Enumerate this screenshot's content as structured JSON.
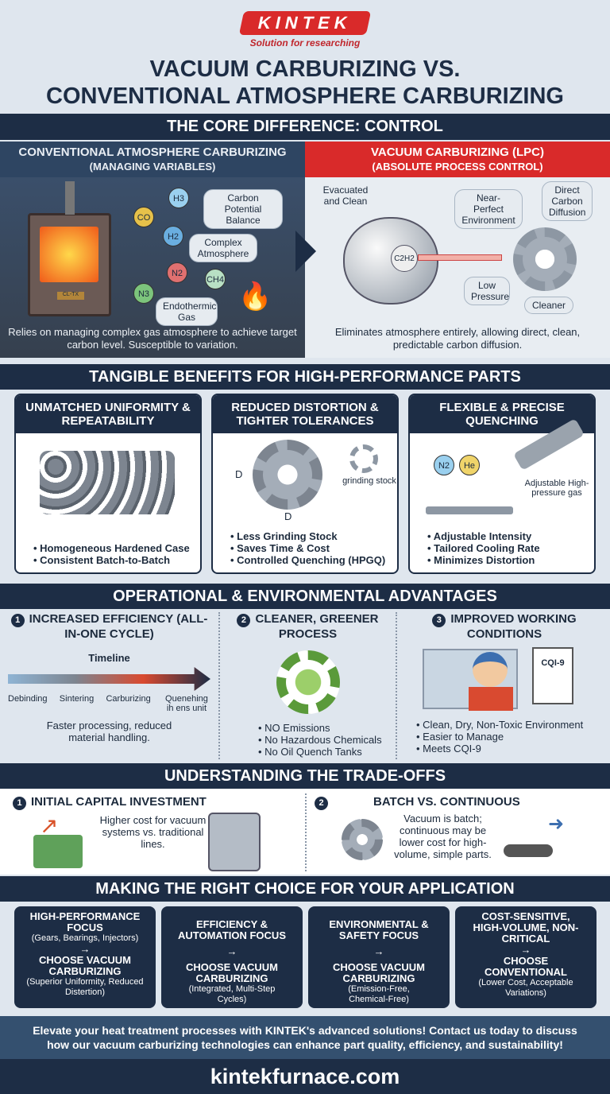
{
  "brand": {
    "logo": "KINTEK",
    "tagline": "Solution for researching"
  },
  "title": {
    "line1": "VACUUM CARBURIZING VS.",
    "line2": "CONVENTIONAL ATMOSPHERE CARBURIZING"
  },
  "core": {
    "header": "THE CORE DIFFERENCE: CONTROL",
    "left": {
      "title": "CONVENTIONAL ATMOSPHERE CARBURIZING",
      "subtitle": "(MANAGING VARIABLES)",
      "labels": [
        "Carbon Potential Balance",
        "Complex Atmosphere",
        "Endothermic Gas"
      ],
      "molecules": [
        "CO",
        "H3",
        "H2",
        "N2",
        "CH4",
        "N3"
      ],
      "furnace_label": "CL-TX",
      "description": "Relies on managing complex gas atmosphere to achieve target carbon level. Susceptible to variation."
    },
    "right": {
      "title": "VACUUM CARBURIZING (LPC)",
      "subtitle": "(ABSOLUTE PROCESS CONTROL)",
      "labels": [
        "Evacuated and Clean",
        "Near-Perfect Environment",
        "Direct Carbon Diffusion",
        "Low Pressure",
        "Cleaner"
      ],
      "molecule": "C2H2",
      "description": "Eliminates atmosphere entirely, allowing direct, clean, predictable carbon diffusion."
    }
  },
  "benefits": {
    "header": "TANGIBLE BENEFITS FOR HIGH-PERFORMANCE PARTS",
    "cards": [
      {
        "title": "UNMATCHED UNIFORMITY & REPEATABILITY",
        "bullets": [
          "Homogeneous Hardened Case",
          "Consistent Batch-to-Batch"
        ]
      },
      {
        "title": "REDUCED DISTORTION & TIGHTER TOLERANCES",
        "labels": [
          "D",
          "D",
          "grinding stock"
        ],
        "bullets": [
          "Less Grinding Stock",
          "Saves Time & Cost",
          "Controlled Quenching (HPGQ)"
        ]
      },
      {
        "title": "FLEXIBLE & PRECISE QUENCHING",
        "labels": [
          "N2",
          "He",
          "Adjustable High-pressure gas"
        ],
        "bullets": [
          "Adjustable Intensity",
          "Tailored Cooling Rate",
          "Minimizes Distortion"
        ]
      }
    ]
  },
  "operational": {
    "header": "OPERATIONAL & ENVIRONMENTAL ADVANTAGES",
    "items": [
      {
        "num": "1",
        "title": "INCREASED EFFICIENCY (ALL-IN-ONE CYCLE)",
        "timeline": "Timeline",
        "steps": [
          "Debinding",
          "Sintering",
          "Carburizing",
          "Quenehing ih ens unit"
        ],
        "text": "Faster processing, reduced material handling."
      },
      {
        "num": "2",
        "title": "CLEANER, GREENER PROCESS",
        "bullets": [
          "NO Emissions",
          "No Hazardous Chemicals",
          "No Oil Quench Tanks"
        ]
      },
      {
        "num": "3",
        "title": "IMPROVED WORKING CONDITIONS",
        "badge": "CQI-9",
        "bullets": [
          "Clean, Dry, Non-Toxic Environment",
          "Easier to Manage",
          "Meets CQI-9"
        ]
      }
    ]
  },
  "tradeoffs": {
    "header": "UNDERSTANDING THE TRADE-OFFS",
    "items": [
      {
        "num": "1",
        "title": "INITIAL CAPITAL INVESTMENT",
        "text": "Higher cost for vacuum systems vs. traditional lines."
      },
      {
        "num": "2",
        "title": "BATCH VS. CONTINUOUS",
        "text": "Vacuum is batch; continuous may be lower cost for high-volume, simple parts."
      }
    ]
  },
  "choice": {
    "header": "MAKING THE RIGHT CHOICE FOR YOUR APPLICATION",
    "arrow": "→",
    "cards": [
      {
        "focus": "HIGH-PERFORMANCE FOCUS",
        "detail": "(Gears, Bearings, Injectors)",
        "choose": "CHOOSE VACUUM CARBURIZING",
        "reason": "(Superior Uniformity, Reduced Distertion)"
      },
      {
        "focus": "EFFICIENCY & AUTOMATION FOCUS",
        "detail": "",
        "choose": "CHOOSE VACUUM CARBURIZING",
        "reason": "(Integrated, Multi-Step Cycles)"
      },
      {
        "focus": "ENVIRONMENTAL & SAFETY FOCUS",
        "detail": "",
        "choose": "CHOOSE VACUUM CARBURIZING",
        "reason": "(Emission-Free, Chemical-Free)"
      },
      {
        "focus": "COST-SENSITIVE, HIGH-VOLUME, NON-CRITICAL",
        "detail": "",
        "choose": "CHOOSE CONVENTIONAL",
        "reason": "(Lower Cost, Acceptable Variations)"
      }
    ]
  },
  "cta": "Elevate your heat treatment processes with KINTEK's advanced solutions! Contact us today to discuss how our vacuum carburizing technologies can enhance part quality, efficiency, and sustainability!",
  "footer": {
    "url": "kintekfurnace.com"
  },
  "colors": {
    "navy": "#1d2d45",
    "red": "#d92a2a",
    "green": "#5a9a3a"
  }
}
